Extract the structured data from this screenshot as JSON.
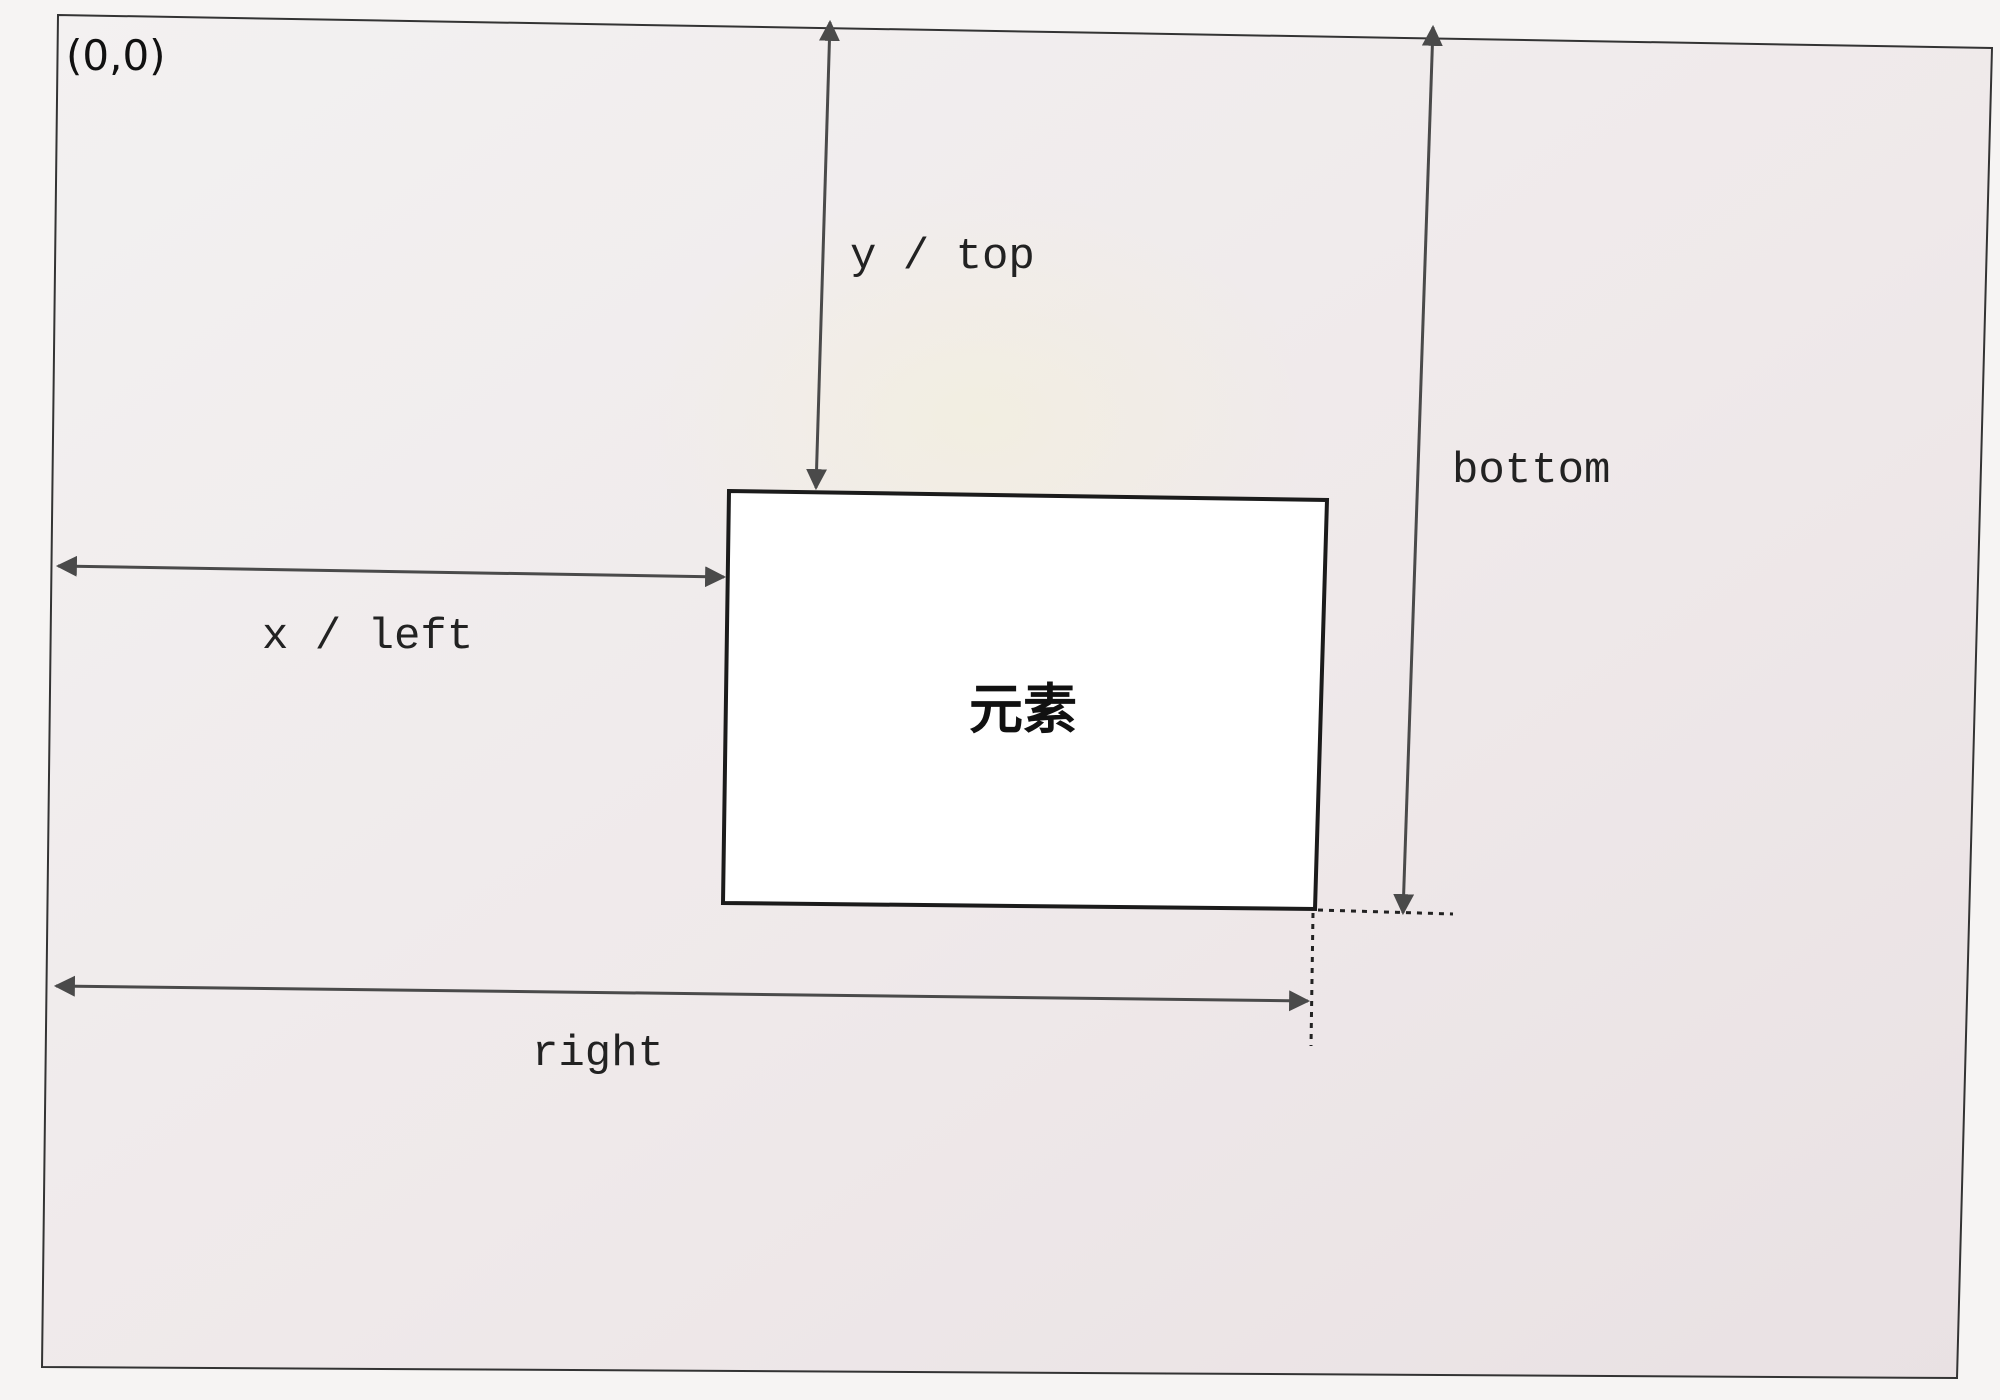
{
  "diagram": {
    "origin_label": "(0,0)",
    "element_label": "元素",
    "labels": {
      "top": "y / top",
      "left": "x / left",
      "bottom": "bottom",
      "right": "right"
    }
  },
  "colors": {
    "background": "#f6f4f3",
    "paper": "#f2eeee",
    "ink": "#222222",
    "arrowhead": "#4a4a4a",
    "element_fill": "#ffffff"
  }
}
